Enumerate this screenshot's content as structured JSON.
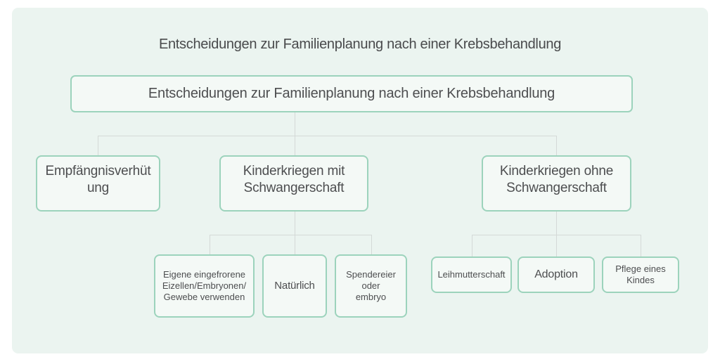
{
  "header": {
    "title": "Entscheidungen zur Familienplanung nach einer Krebsbehandlung"
  },
  "diagram": {
    "root": {
      "label": "Entscheidungen zur Familienplanung nach einer Krebsbehandlung"
    },
    "branches": [
      {
        "label": "Empfängnisverhüt\nung",
        "children": []
      },
      {
        "label": "Kinderkriegen mit\nSchwangerschaft",
        "children": [
          {
            "label": "Eigene eingefrorene\nEizellen/Embryonen/\nGewebe verwenden"
          },
          {
            "label": "Natürlich"
          },
          {
            "label": "Spendereier\noder\nembryo"
          }
        ]
      },
      {
        "label": "Kinderkriegen ohne\nSchwangerschaft",
        "children": [
          {
            "label": "Leihmutterschaft"
          },
          {
            "label": "Adoption"
          },
          {
            "label": "Pflege eines\nKindes"
          }
        ]
      }
    ]
  },
  "colors": {
    "canvas_bg": "#ebf4f0",
    "node_fill": "#f4f9f6",
    "node_border": "#9cd3bc",
    "connector": "#d4d9d7",
    "text": "#4d4e50",
    "page_bg": "#ffffff"
  }
}
